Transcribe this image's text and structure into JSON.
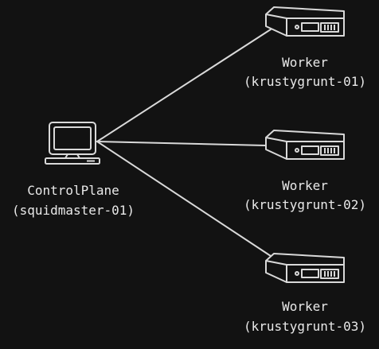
{
  "nodes": {
    "control_plane": {
      "icon": "computer-icon",
      "role": "ControlPlane",
      "hostname": "(squidmaster-01)"
    },
    "workers": [
      {
        "icon": "server-icon",
        "role": "Worker",
        "hostname": "(krustygrunt-01)"
      },
      {
        "icon": "server-icon",
        "role": "Worker",
        "hostname": "(krustygrunt-02)"
      },
      {
        "icon": "server-icon",
        "role": "Worker",
        "hostname": "(krustygrunt-03)"
      }
    ]
  },
  "colors": {
    "background": "#121212",
    "stroke": "#d9d9d9",
    "text": "#e9e9e9"
  }
}
